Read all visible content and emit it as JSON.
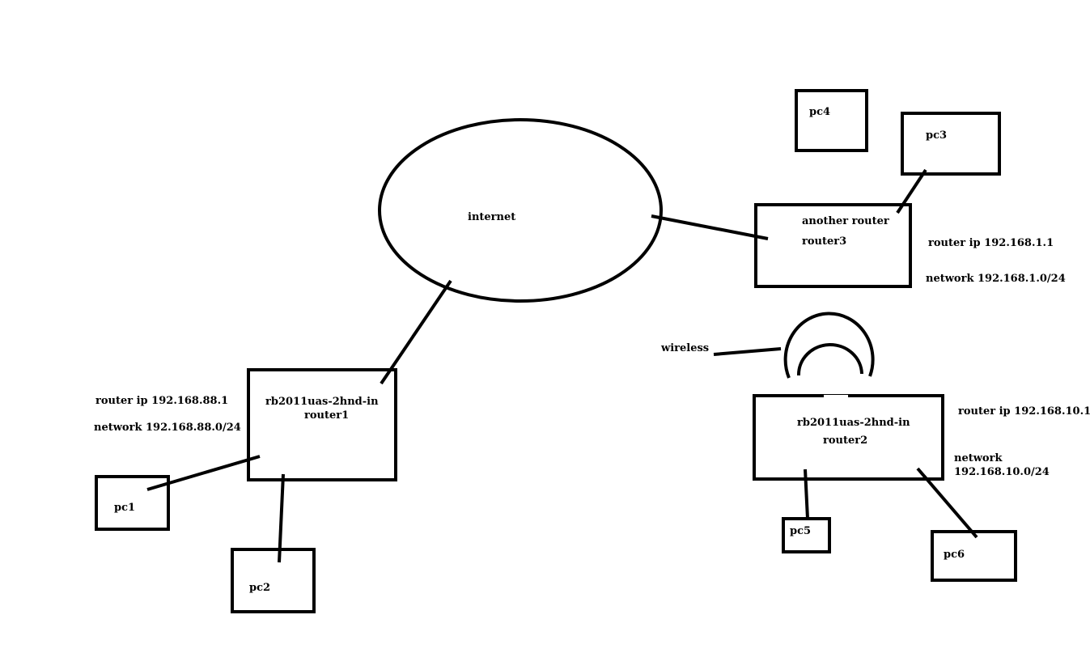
{
  "colors": {
    "stroke": "#000000",
    "background": "#ffffff"
  },
  "internet": {
    "label": "internet"
  },
  "router1": {
    "model": "rb2011uas-2hnd-in",
    "name": "router1",
    "ip": "router ip 192.168.88.1",
    "network": "network 192.168.88.0/24"
  },
  "router2": {
    "model": "rb2011uas-2hnd-in",
    "name": "router2",
    "ip": "router ip 192.168.10.1",
    "network_line1": "network",
    "network_line2": "192.168.10.0/24",
    "wireless": "wireless"
  },
  "router3": {
    "line1": "another router",
    "name": "router3",
    "ip": "router ip 192.168.1.1",
    "network": "network 192.168.1.0/24"
  },
  "pcs": {
    "pc1": "pc1",
    "pc2": "pc2",
    "pc3": "pc3",
    "pc4": "pc4",
    "pc5": "pc5",
    "pc6": "pc6"
  }
}
